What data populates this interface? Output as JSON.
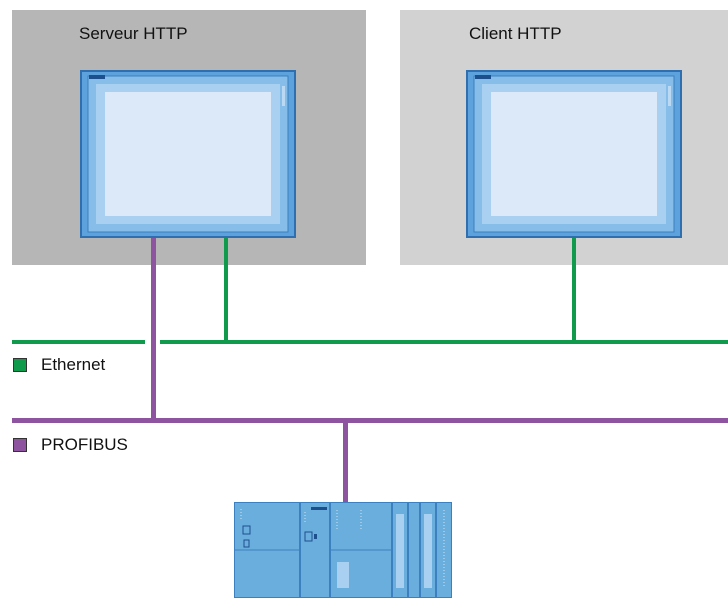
{
  "zones": {
    "server": {
      "title": "Serveur HTTP"
    },
    "client": {
      "title": "Client HTTP"
    }
  },
  "legend": {
    "ethernet": {
      "label": "Ethernet"
    },
    "profibus": {
      "label": "PROFIBUS"
    }
  },
  "colors": {
    "server_zone": "#b6b6b6",
    "client_zone": "#d2d2d2",
    "ethernet": "#0f9a4c",
    "profibus": "#8e54a0",
    "panel_frame": "#5a9fd6",
    "panel_screen": "#dce9f8",
    "plc_body": "#6aaede"
  },
  "icons": {
    "server_device": "hmi-panel-icon",
    "client_device": "hmi-panel-icon",
    "plc_device": "plc-rack-icon"
  }
}
